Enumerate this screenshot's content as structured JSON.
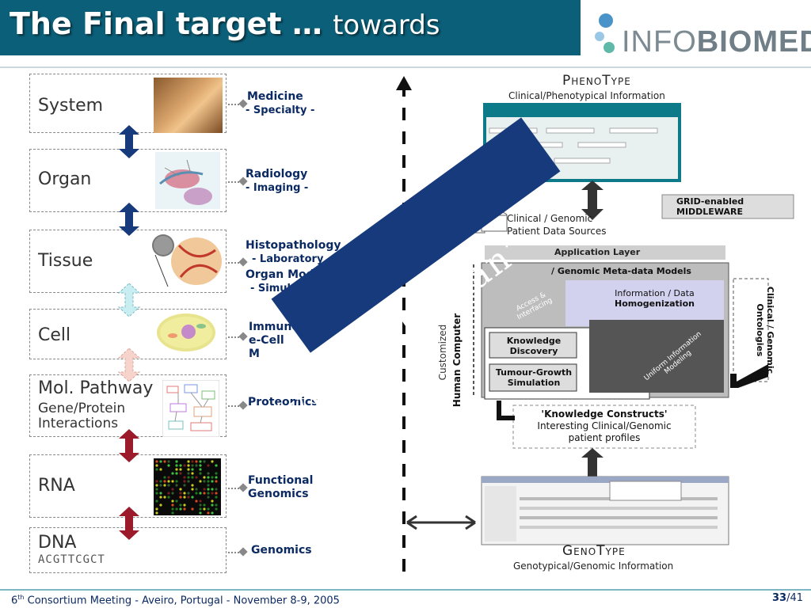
{
  "header": {
    "title_main": "The Final target …",
    "title_sub": "towards"
  },
  "logo": {
    "text_a": "INFO",
    "text_b": "BIOMED"
  },
  "levels": [
    {
      "name": "System"
    },
    {
      "name": "Organ"
    },
    {
      "name": "Tissue"
    },
    {
      "name": "Cell"
    },
    {
      "name": "Mol. Pathway",
      "sub1": "Gene/Protein",
      "sub2": "Interactions"
    },
    {
      "name": "RNA"
    },
    {
      "name": "DNA",
      "sequence": "ACGTTCGCT"
    }
  ],
  "domains": {
    "medicine": "Medicine",
    "medicine_sub": "- Specialty -",
    "radiology": "Radiology",
    "radiology_sub": "- Imaging -",
    "histopathology": "Histopathology",
    "histopathology_sub": "- Laboratory -",
    "organ_modeling": "Organ Modeling",
    "organ_modeling_sub": "- Simulations -",
    "immuno": "Immunoc",
    "ecell": "e-Cell",
    "m": "M",
    "proteomics": "Proteomics",
    "functional": "Functional",
    "functional_sub": "Genomics",
    "genomics": "Genomics"
  },
  "diagram": {
    "phenotype_title": "PhenoType",
    "phenotype_sub": "Clinical/Phenotypical Information",
    "grid_1": "GRID-enabled",
    "grid_2": "MIDDLEWARE",
    "sources": "Clinical / Genomic",
    "sources_2": "Patient Data Sources",
    "app_layer": "Application Layer",
    "meta_models": "/ Genomic Meta-data Models",
    "info_homog_1": "Information / Data",
    "info_homog_2": "Homogenization",
    "access": "Access & Interfacing",
    "kd_1": "Knowledge",
    "kd_2": "Discovery",
    "tg_1": "Tumour-Growth",
    "tg_2": "Simulation",
    "uim": "Uniform Information Modeling",
    "ontologies": "Clinical / Genomic Ontologies",
    "hci": "Human Computer",
    "customized": "Customized",
    "kc_1": "'Knowledge Constructs'",
    "kc_2": "Interesting Clinical/Genomic",
    "kc_3": "patient profiles",
    "genotype_title": "GenoType",
    "genotype_sub": "Genotypical/Genomic Information",
    "virtual_human": "‘virtual  human’"
  },
  "footer": {
    "num": "6",
    "sup": "th",
    "text": " Consortium Meeting  - Aveiro, Portugal  - November 8-9, 2005",
    "page": "33",
    "total": "/41"
  },
  "colors": {
    "header_bg": "#0b5f78",
    "label_navy": "#0b2a63",
    "arrow_blue": "#163a7c",
    "arrow_red": "#9b1b2b",
    "arrow_lightblue": "#c9eef2",
    "arrow_pink": "#f6d4cc",
    "band": "#163a7c"
  }
}
